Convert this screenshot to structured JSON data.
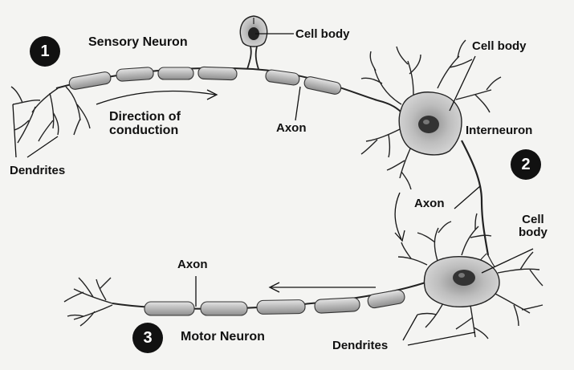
{
  "labels": {
    "sensory_neuron": "Sensory Neuron",
    "cell_body_sensory": "Cell body",
    "direction": "Direction of\nconduction",
    "axon_sensory": "Axon",
    "dendrites_sensory": "Dendrites",
    "cell_body_inter": "Cell body",
    "interneuron": "Interneuron",
    "axon_inter": "Axon",
    "cell_body_motor": "Cell\nbody",
    "axon_motor": "Axon",
    "motor_neuron": "Motor Neuron",
    "dendrites_motor": "Dendrites"
  },
  "badges": {
    "one": "1",
    "two": "2",
    "three": "3"
  },
  "colors": {
    "background": "#f4f4f2",
    "ink": "#111111",
    "neuron_fill": "#c9c9c9",
    "myelin_fill": "#bdbdbd"
  }
}
